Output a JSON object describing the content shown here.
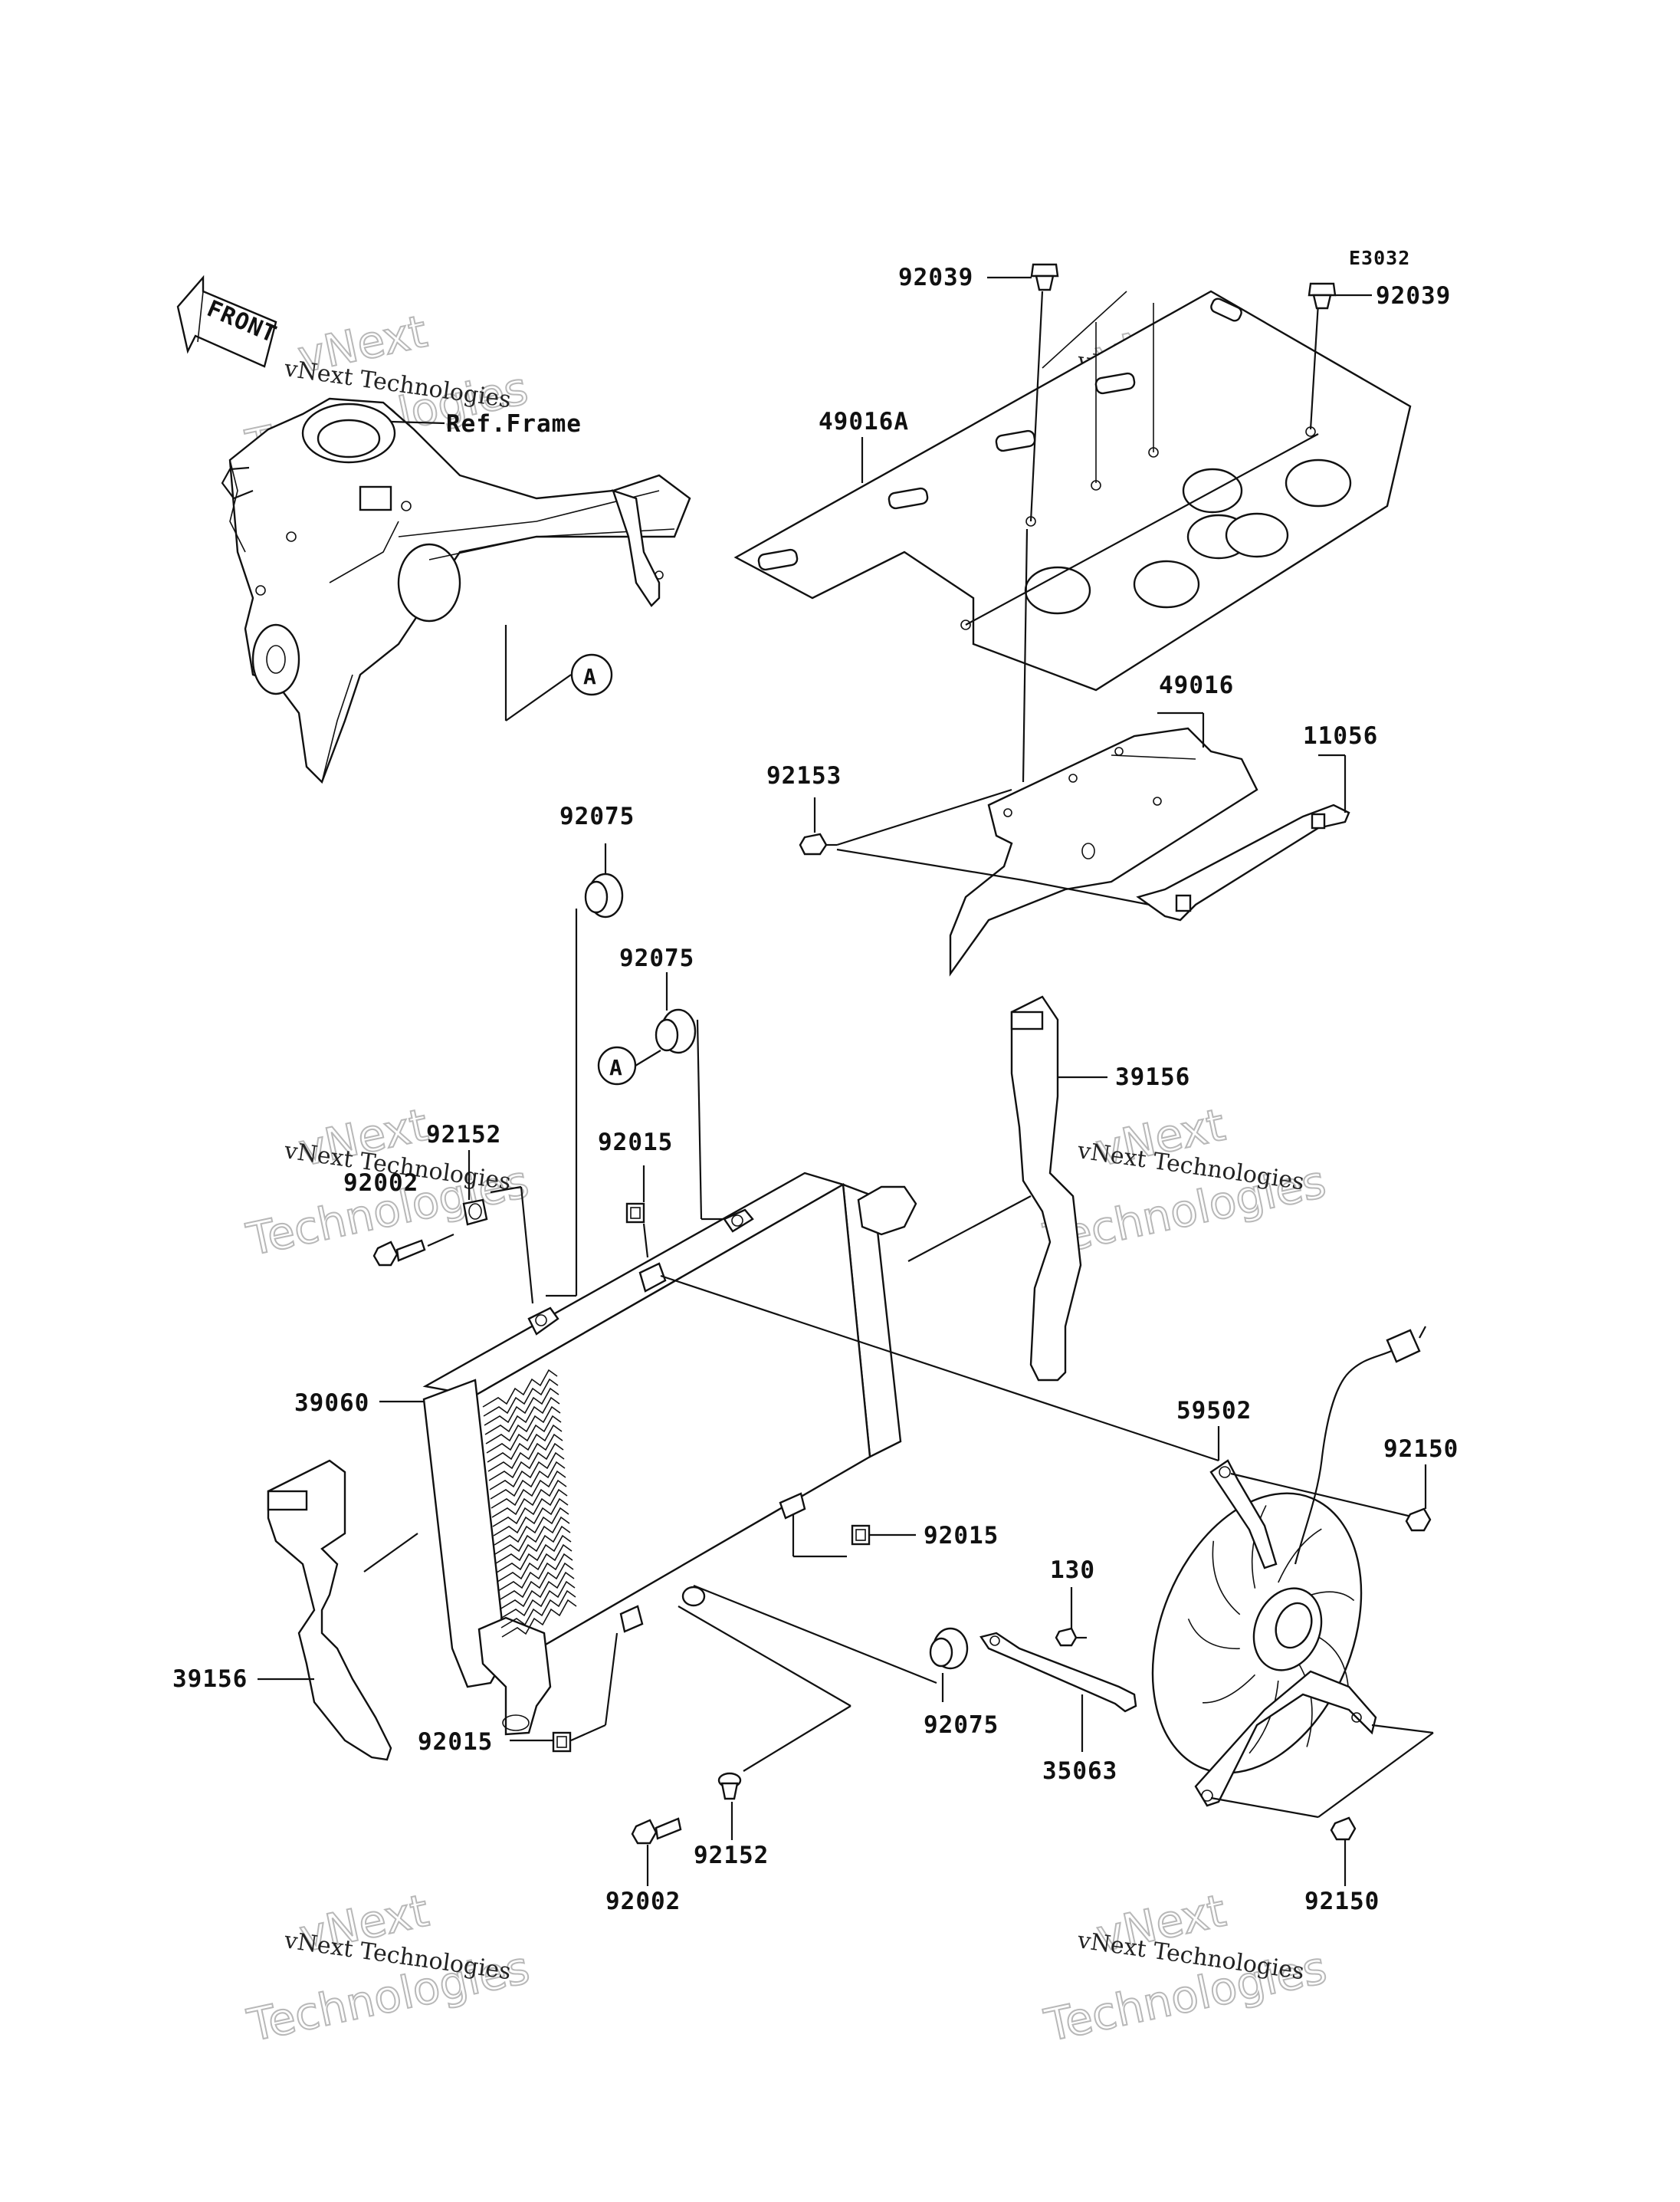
{
  "diagram": {
    "code": "E3032",
    "front_label": "FRONT",
    "ref_frame": "Ref.Frame",
    "ref_marker": "A",
    "watermark_line1": "vNext",
    "watermark_line2": "vNext Technologies",
    "watermark_line3": "Technologies",
    "labels": {
      "p92039_left": "92039",
      "p92039_right": "92039",
      "p49016A": "49016A",
      "p49016": "49016",
      "p11056": "11056",
      "p92153": "92153",
      "p92075_top": "92075",
      "p92075_mid": "92075",
      "p39156_right": "39156",
      "p92152_top": "92152",
      "p92015_top": "92015",
      "p92002_top": "92002",
      "p39060": "39060",
      "p59502": "59502",
      "p92150_upper": "92150",
      "p92015_mid": "92015",
      "p130": "130",
      "p39156_left": "39156",
      "p92015_bottom": "92015",
      "p92075_bottom": "92075",
      "p35063": "35063",
      "p92002_bottom": "92002",
      "p92152_bottom": "92152",
      "p92150_lower": "92150"
    }
  }
}
